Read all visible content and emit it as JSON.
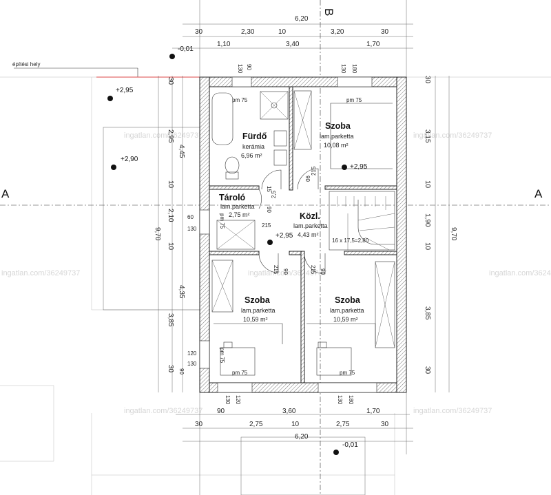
{
  "section_marks": {
    "a_left": "A",
    "a_right": "A",
    "b_top": "B"
  },
  "building_site_label": "építési hely",
  "levels": {
    "top": "-0,01",
    "bottom": "-0,01",
    "garden_1": "+2,95",
    "garden_2": "+2,90",
    "szoba_ne": "+2,95",
    "kozl": "+2,95"
  },
  "rooms": {
    "furdo": {
      "name": "Fürdő",
      "material": "kerámia",
      "area": "6,96 m²"
    },
    "szoba_ne": {
      "name": "Szoba",
      "material": "lam.parketta",
      "area": "10,08 m²"
    },
    "tarolo": {
      "name": "Tároló",
      "material": "lam.parketta",
      "area": "2,75 m²"
    },
    "kozl": {
      "name": "Közl.",
      "material": "lam.parketta",
      "area": "4,43 m²"
    },
    "szoba_sw": {
      "name": "Szoba",
      "material": "lam.parketta",
      "area": "10,59 m²"
    },
    "szoba_se": {
      "name": "Szoba",
      "material": "lam.parketta",
      "area": "10,59 m²"
    }
  },
  "parapets": {
    "bath": "pm 75",
    "szoba_ne": "pm 75",
    "tarolo": "pm 75",
    "szoba_sw_side": "pm 75",
    "szoba_sw_bottom": "pm 75",
    "szoba_se_bottom": "pm 75"
  },
  "stair_label": "16 x 17,5=2,80",
  "dims_top": {
    "total": "6,20",
    "row1": [
      "30",
      "2,30",
      "10",
      "3,20",
      "30"
    ],
    "row2": [
      "1,10",
      "3,40",
      "1,70"
    ],
    "win_left": [
      "130",
      "90"
    ],
    "win_right": [
      "130",
      "180"
    ]
  },
  "dims_bottom": {
    "total": "6,20",
    "row1": [
      "30",
      "2,75",
      "10",
      "2,75",
      "30"
    ],
    "row2": [
      "90",
      "3,60",
      "1,70"
    ],
    "win_left": [
      "130",
      "120"
    ],
    "win_right": [
      "130",
      "180"
    ]
  },
  "dims_left": {
    "total": "9,70",
    "chain": [
      "30",
      "4,45",
      "10",
      "2,10",
      "10",
      "4,35",
      "30"
    ],
    "outer": [
      "2,95",
      "3,85"
    ],
    "side": [
      "60",
      "130",
      "120",
      "130",
      "90"
    ]
  },
  "dims_right": {
    "total": "9,70",
    "chain": [
      "30",
      "3,15",
      "10",
      "1,90",
      "10",
      "3,85",
      "30"
    ]
  },
  "door_dims": {
    "bath_90": "90",
    "bath_215": "215",
    "store_90": "90",
    "store_215": "215",
    "sw_90": "90",
    "sw_215": "215",
    "se_90": "90",
    "se_215": "215",
    "x1": "15",
    "x2": "2,5"
  },
  "watermark": "ingatlan.com/36249737"
}
